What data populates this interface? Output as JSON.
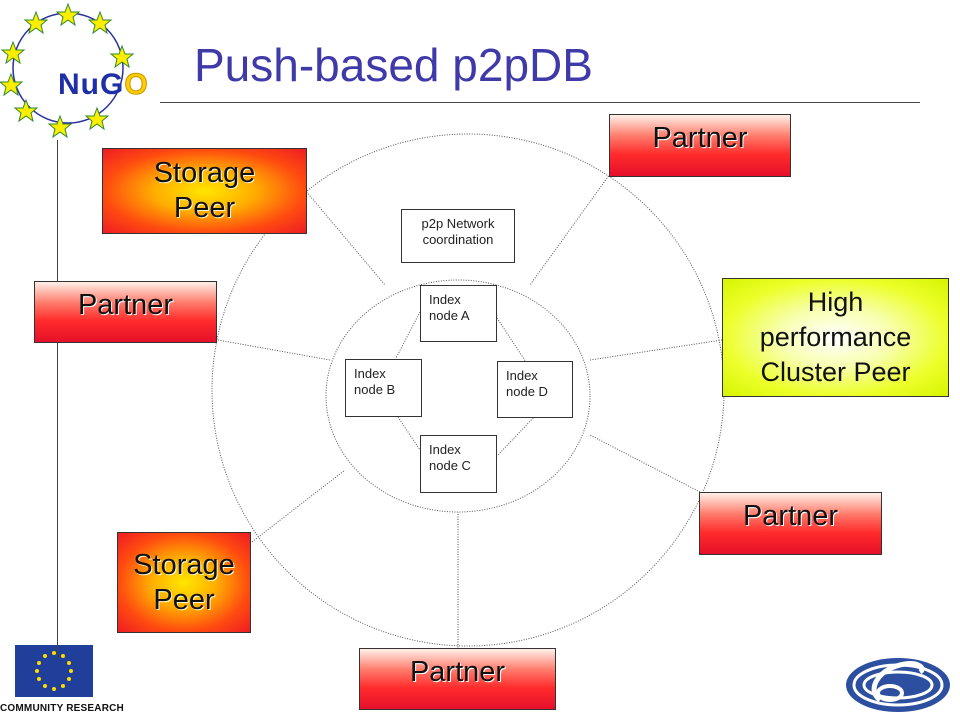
{
  "slide": {
    "title": "Push-based p2pDB"
  },
  "logo": {
    "nugo_prefix": "NuG",
    "nugo_suffix": "O",
    "eu_caption": "COMMUNITY RESEARCH"
  },
  "peers": {
    "storage_top": "Storage\nPeer",
    "storage_bottom": "Storage\nPeer",
    "partner_top_right": "Partner",
    "partner_left": "Partner",
    "partner_right": "Partner",
    "partner_bottom": "Partner",
    "cluster": "High\nperformance\nCluster Peer"
  },
  "nodes": {
    "coordination": "p2p Network\ncoordination",
    "index_a": "Index\nnode A",
    "index_b": "Index\nnode B",
    "index_c": "Index\nnode C",
    "index_d": "Index\nnode D"
  },
  "colors": {
    "title": "#3f3aa8",
    "partner_red": "#ff2b2b",
    "storage_orange": "#ffae00",
    "cluster_yellow": "#ecff2a",
    "eu_blue": "#1f3f9a",
    "star_yellow": "#ffee00",
    "ring_blue": "#2a2f9e"
  },
  "icons": [
    "nugo-logo-icon",
    "eu-flag-icon",
    "fp6-logo-icon"
  ]
}
